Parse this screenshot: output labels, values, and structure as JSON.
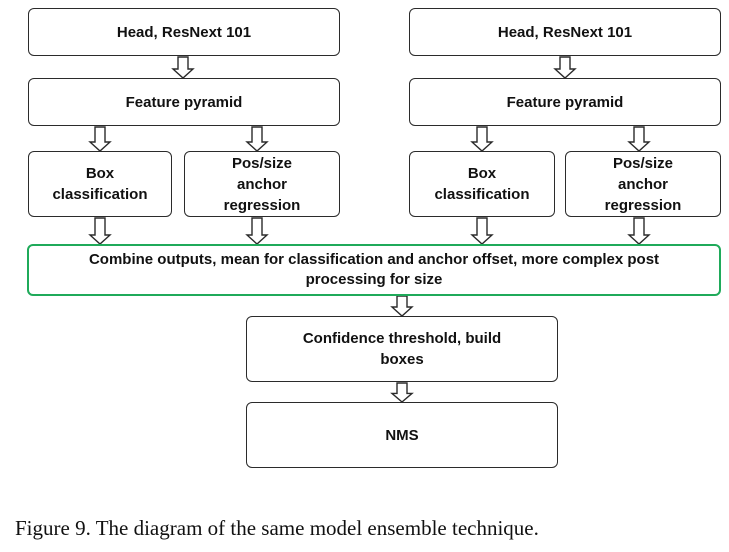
{
  "diagram": {
    "left_branch": {
      "head": "Head, ResNext 101",
      "pyramid": "Feature pyramid",
      "box_class": "Box\nclassification",
      "pos_size": "Pos/size\nanchor\nregression"
    },
    "right_branch": {
      "head": "Head, ResNext 101",
      "pyramid": "Feature pyramid",
      "box_class": "Box\nclassification",
      "pos_size": "Pos/size\nanchor\nregression"
    },
    "combine": "Combine outputs, mean for classification and anchor offset, more complex post\nprocessing for size",
    "confidence": "Confidence threshold, build\nboxes",
    "nms": "NMS",
    "colors": {
      "border": "#2b2b2b",
      "combine_border": "#1faa5a",
      "arrow": "#2b2b2b"
    }
  },
  "caption": "Figure 9. The diagram of the same model ensemble technique."
}
